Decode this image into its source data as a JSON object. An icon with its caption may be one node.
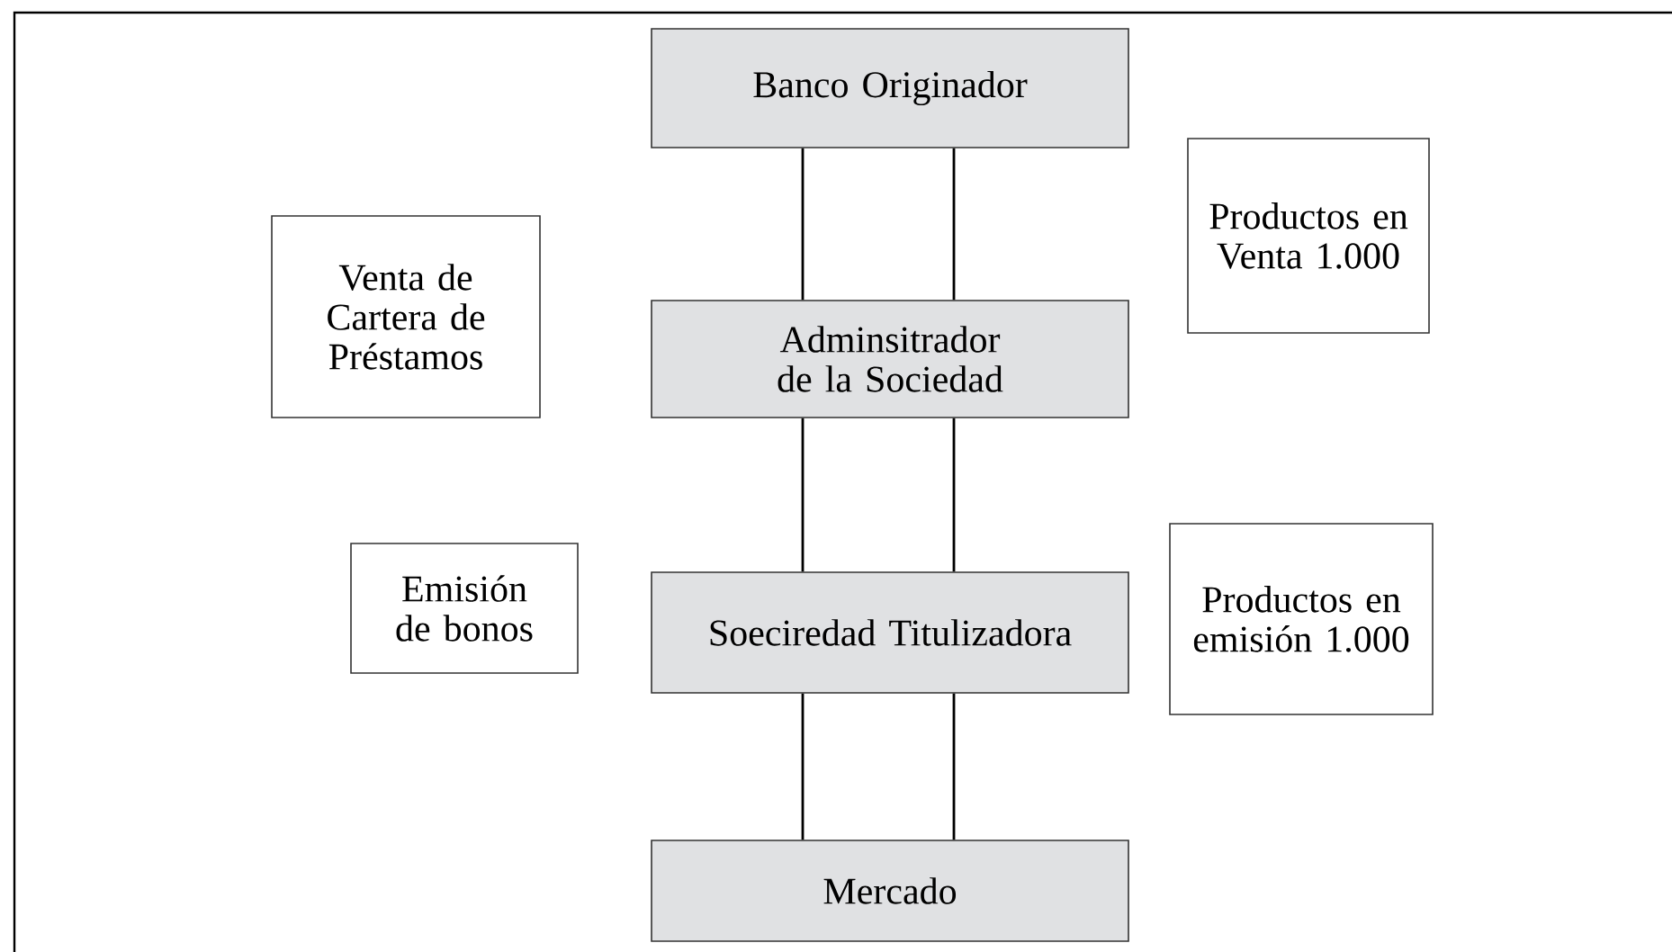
{
  "diagram": {
    "nodes": [
      {
        "text": [
          "Banco Originador"
        ]
      },
      {
        "text": [
          "Venta de Cartera de Préstamos"
        ]
      },
      {
        "text": [
          "Productos en Venta 1.000"
        ]
      },
      {
        "text": [
          "Adminsitrador de la Sociedad"
        ]
      },
      {
        "text": [
          "Emisión de bonos"
        ]
      },
      {
        "text": [
          "Soeciredad Titulizadora"
        ]
      },
      {
        "text": [
          "Productos en emisión 1.000"
        ]
      },
      {
        "text": [
          "Mercado"
        ]
      }
    ],
    "edges": [
      {
        "from": 0,
        "to": 3,
        "arrow": "none"
      },
      {
        "from": 0,
        "to": 3,
        "arrow": "none"
      },
      {
        "from": 3,
        "to": 5,
        "arrow": "none"
      },
      {
        "from": 3,
        "to": 5,
        "arrow": "none"
      },
      {
        "from": 5,
        "to": 7,
        "arrow": "none"
      },
      {
        "from": 5,
        "to": 7,
        "arrow": "none"
      }
    ]
  }
}
